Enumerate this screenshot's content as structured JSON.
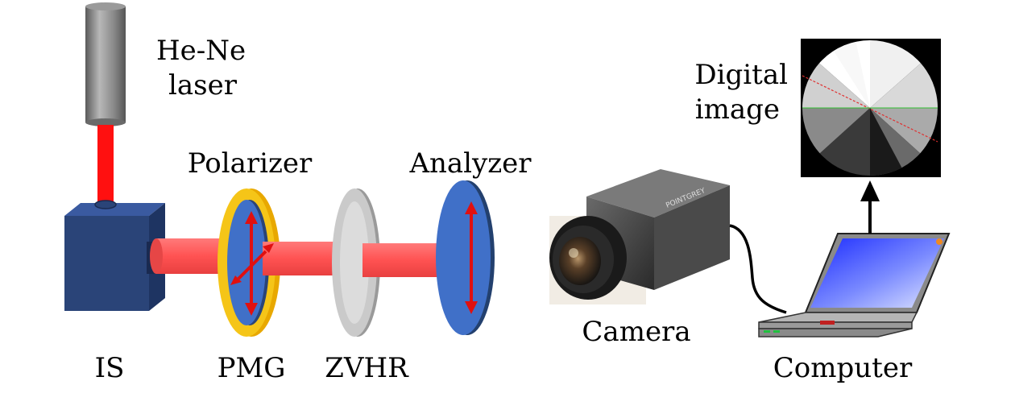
{
  "labels": {
    "laser": [
      "He-Ne",
      "laser"
    ],
    "polarizer": "Polarizer",
    "analyzer": "Analyzer",
    "digital_image": [
      "Digital",
      "image"
    ],
    "is": "IS",
    "pmg": "PMG",
    "zvhr": "ZVHR",
    "camera": "Camera",
    "computer": "Computer",
    "camera_brand": "POINTGREY"
  },
  "icons": {
    "laser": "laser-cylinder",
    "source": "integrating-sphere-cube",
    "polarizer": "polarizer-disc",
    "sample": "zvhr-disc",
    "analyzer": "analyzer-disc",
    "camera": "camera",
    "computer": "laptop",
    "output": "digital-image",
    "flow": "arrow-up"
  },
  "colors": {
    "beam": "#ff5a5a",
    "laser_beam": "#ff1010",
    "cube": "#2a4478",
    "disc_blue": "#4070c8",
    "polarizer_rim": "#f2c010",
    "zvhr_gray": "#c8c8c8",
    "polarization_arrow": "#e01010"
  }
}
